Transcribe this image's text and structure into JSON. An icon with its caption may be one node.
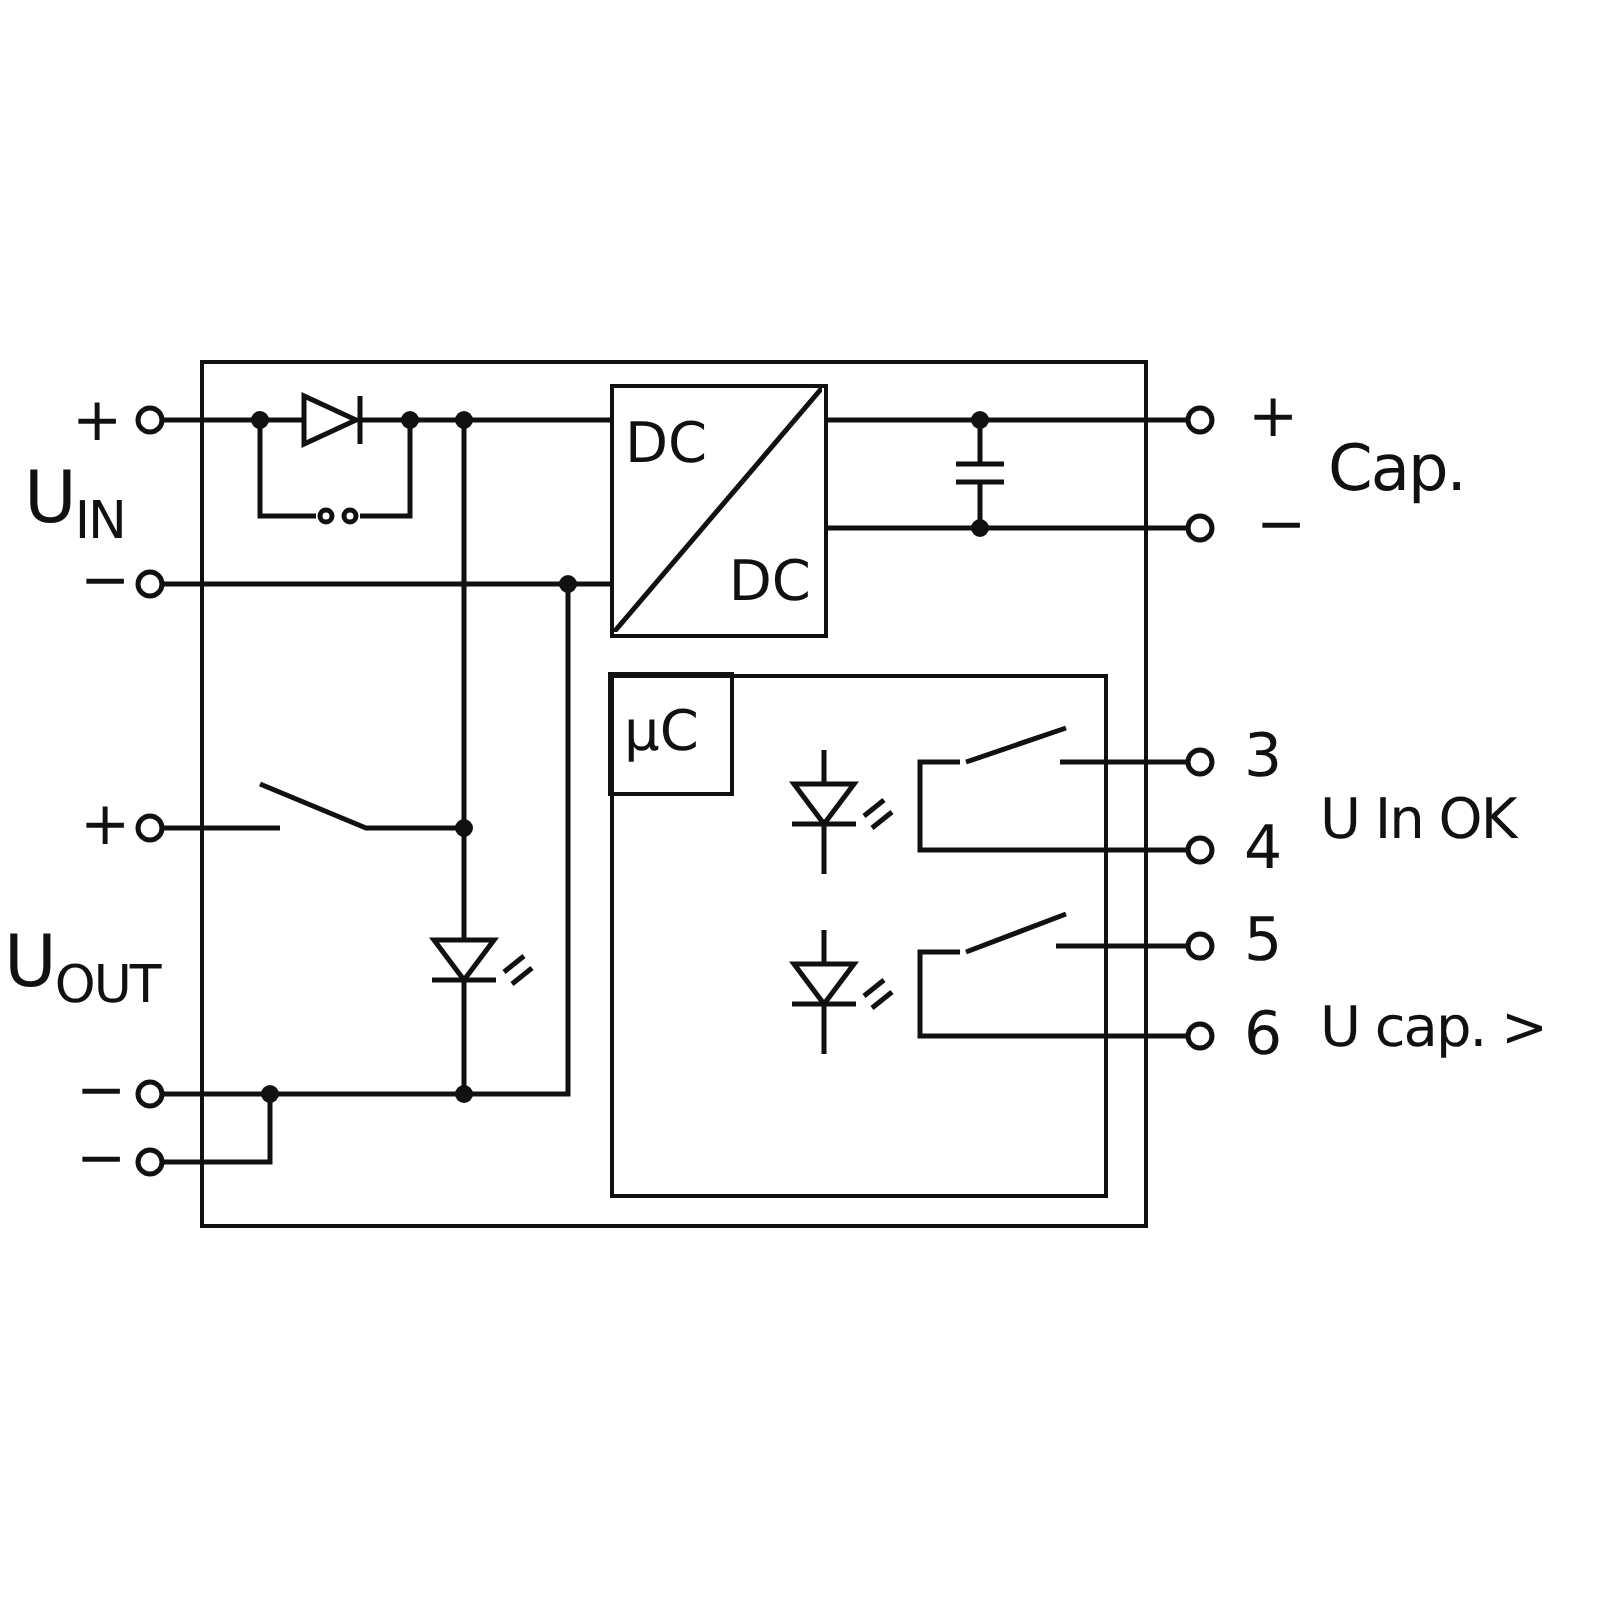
{
  "diagram": {
    "nodes": [
      {
        "text": [],
        "shape": "box"
      },
      {
        "text": [
          "DC",
          "DC"
        ],
        "in": 0
      },
      {
        "text": [],
        "shape": "box",
        "in": 0
      },
      {
        "text": [
          "µC"
        ],
        "in": 2
      }
    ],
    "labels": [
      "+",
      "U$_{IN}$",
      "−",
      "+",
      "Cap.",
      "−",
      "+",
      "3",
      "U In OK",
      "4",
      "U$_{OUT}$",
      "5",
      "U cap. >",
      "6",
      "−",
      "−"
    ]
  }
}
